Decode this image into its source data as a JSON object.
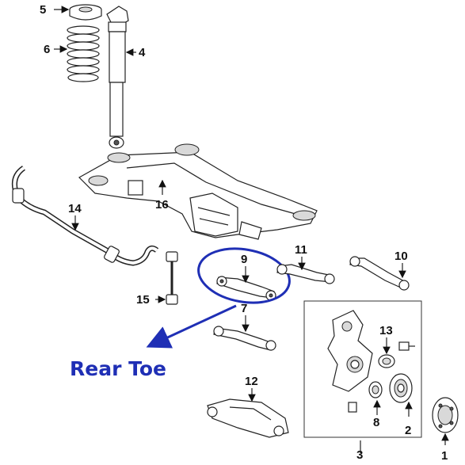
{
  "labels": {
    "p1": "1",
    "p2": "2",
    "p3": "3",
    "p4": "4",
    "p5": "5",
    "p6": "6",
    "p7": "7",
    "p8": "8",
    "p9": "9",
    "p10": "10",
    "p11": "11",
    "p12": "12",
    "p13": "13",
    "p14": "14",
    "p15": "15",
    "p16": "16"
  },
  "annotation": {
    "text": "Rear Toe",
    "color": "#1f2fb5"
  }
}
